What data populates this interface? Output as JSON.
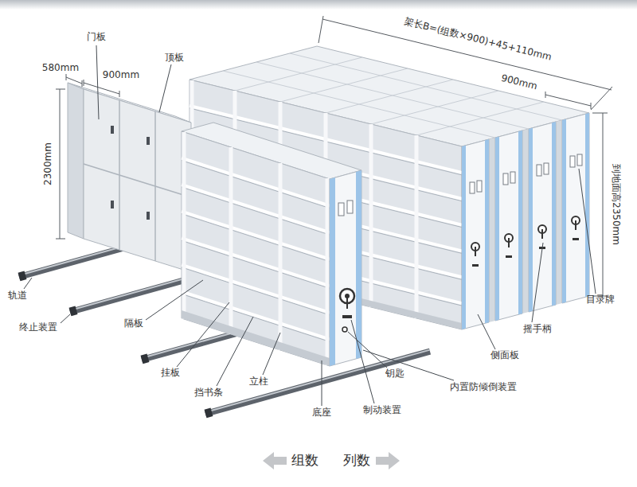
{
  "diagram": {
    "labels": [
      "门板",
      "顶板",
      "580mm",
      "900mm",
      "架长B=(组数×900)+45+110mm",
      "900mm",
      "2300mm",
      "到地面高2350mm",
      "轨道",
      "终止装置",
      "隔板",
      "挂板",
      "挡书条",
      "立柱",
      "底座",
      "制动装置",
      "钥匙",
      "内置防倾倒装置",
      "侧面板",
      "摇手柄",
      "目录牌",
      "组数",
      "列数"
    ]
  }
}
